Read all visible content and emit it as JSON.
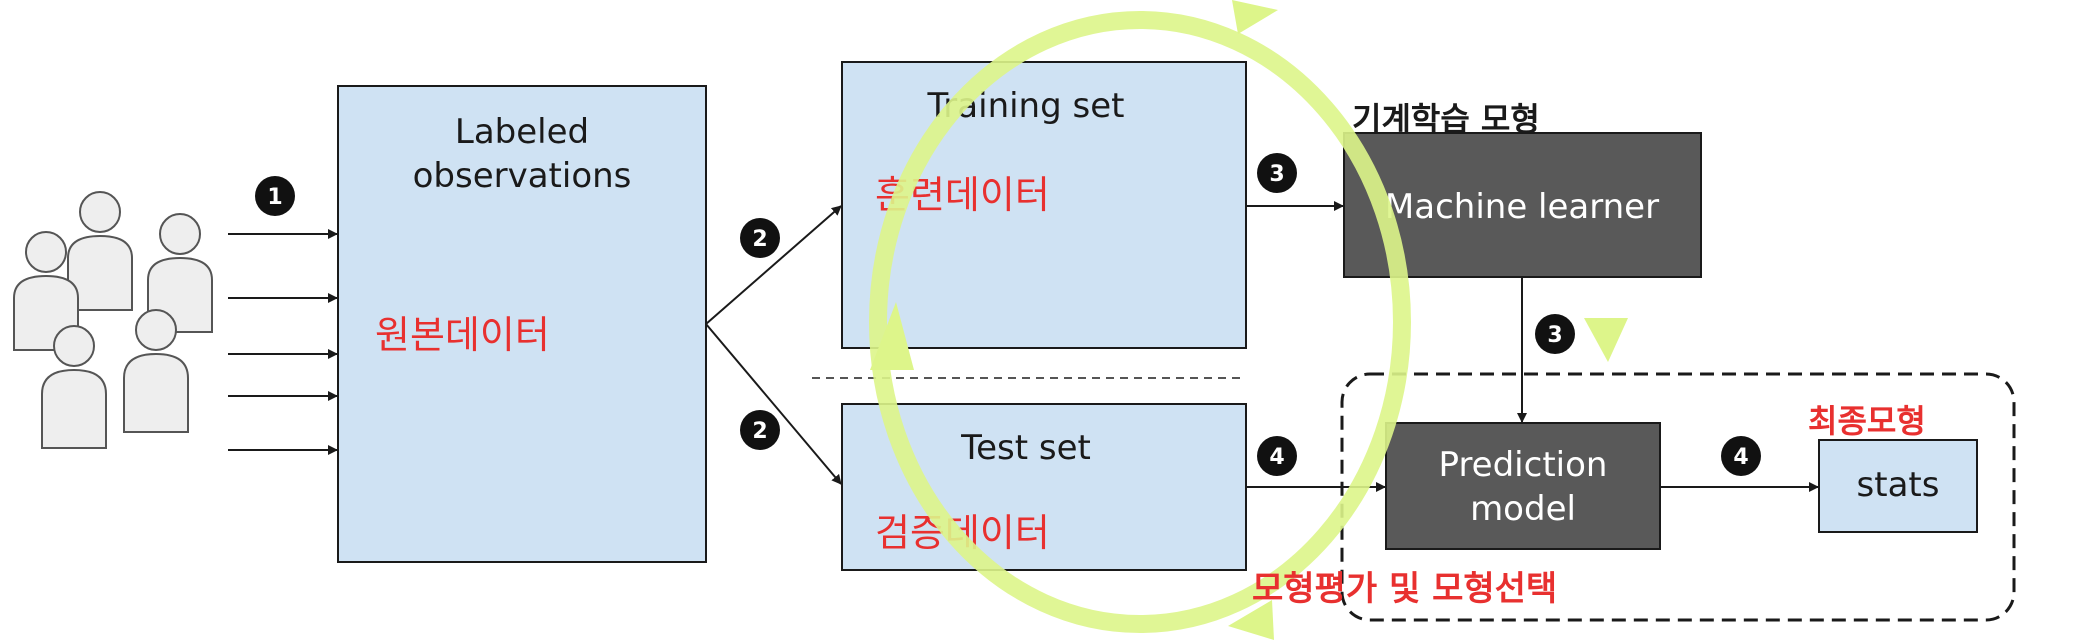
{
  "colors": {
    "box_fill": "#cfe2f3",
    "box_stroke": "#1a1a1a",
    "dark_fill": "#595959",
    "red_text": "#e8302f",
    "cycle": "#ddf58a",
    "bullet": "#111111"
  },
  "labeled_observations": {
    "line1": "Labeled",
    "line2": "observations",
    "korean": "원본데이터"
  },
  "training_set": {
    "title": "Training set",
    "korean": "훈련데이터"
  },
  "test_set": {
    "title": "Test set",
    "korean": "검증데이터"
  },
  "machine_learner": {
    "caption": "기계학습 모형",
    "label": "Machine learner"
  },
  "prediction_model": {
    "line1": "Prediction",
    "line2": "model"
  },
  "stats": {
    "caption": "최종모형",
    "label": "stats"
  },
  "evaluation_label": "모형평가 및 모형선택",
  "steps": {
    "s1": "1",
    "s2a": "2",
    "s2b": "2",
    "s3a": "3",
    "s3b": "3",
    "s4a": "4",
    "s4b": "4"
  }
}
